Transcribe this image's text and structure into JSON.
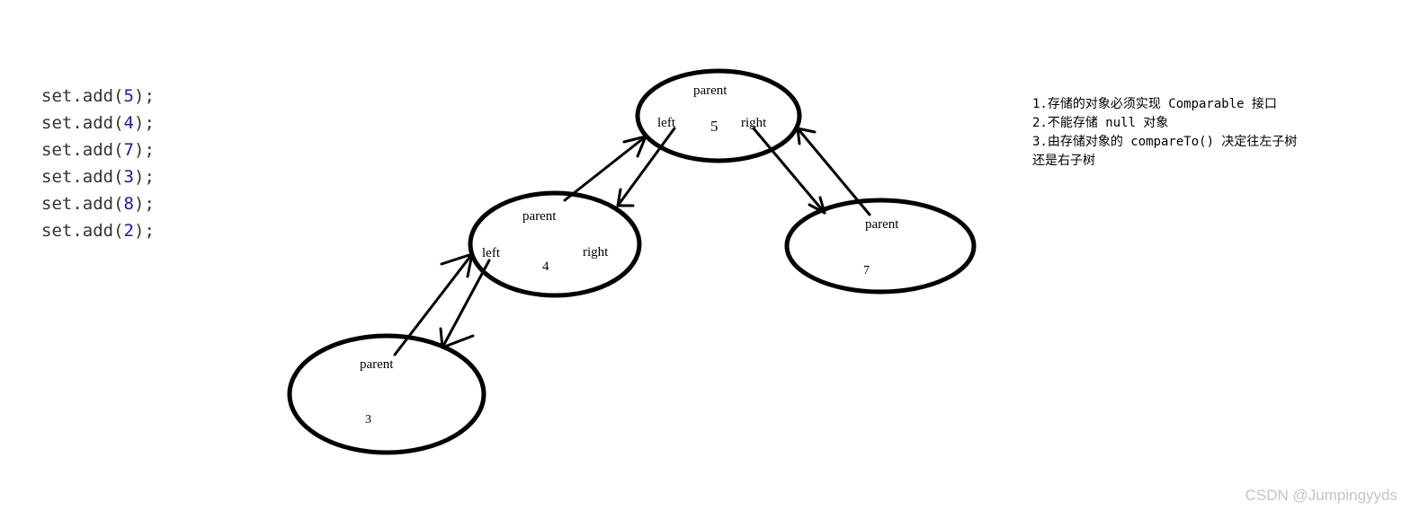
{
  "code": {
    "lines": [
      {
        "prefix": "set.add",
        "arg": "5",
        "suffix": ";"
      },
      {
        "prefix": "set.add",
        "arg": "4",
        "suffix": ";"
      },
      {
        "prefix": "set.add",
        "arg": "7",
        "suffix": ";"
      },
      {
        "prefix": "set.add",
        "arg": "3",
        "suffix": ";"
      },
      {
        "prefix": "set.add",
        "arg": "8",
        "suffix": ";"
      },
      {
        "prefix": "set.add",
        "arg": "2",
        "suffix": ";"
      }
    ]
  },
  "tree": {
    "nodes": [
      {
        "id": "5",
        "parent": "parent",
        "left": "left",
        "value": "5",
        "right": "right"
      },
      {
        "id": "4",
        "parent": "parent",
        "left": "left",
        "value": "4",
        "right": "right"
      },
      {
        "id": "7",
        "parent": "parent",
        "value": "7"
      },
      {
        "id": "3",
        "parent": "parent",
        "value": "3"
      }
    ],
    "links": [
      {
        "from": "5",
        "to": "4",
        "side": "left"
      },
      {
        "from": "5",
        "to": "7",
        "side": "right"
      },
      {
        "from": "4",
        "to": "3",
        "side": "left"
      }
    ]
  },
  "notes": [
    "1.存储的对象必须实现 Comparable 接口",
    "2.不能存储 null 对象",
    "3.由存储对象的 compareTo() 决定往左子树",
    "还是右子树"
  ],
  "watermark": "CSDN @Jumpingyyds"
}
